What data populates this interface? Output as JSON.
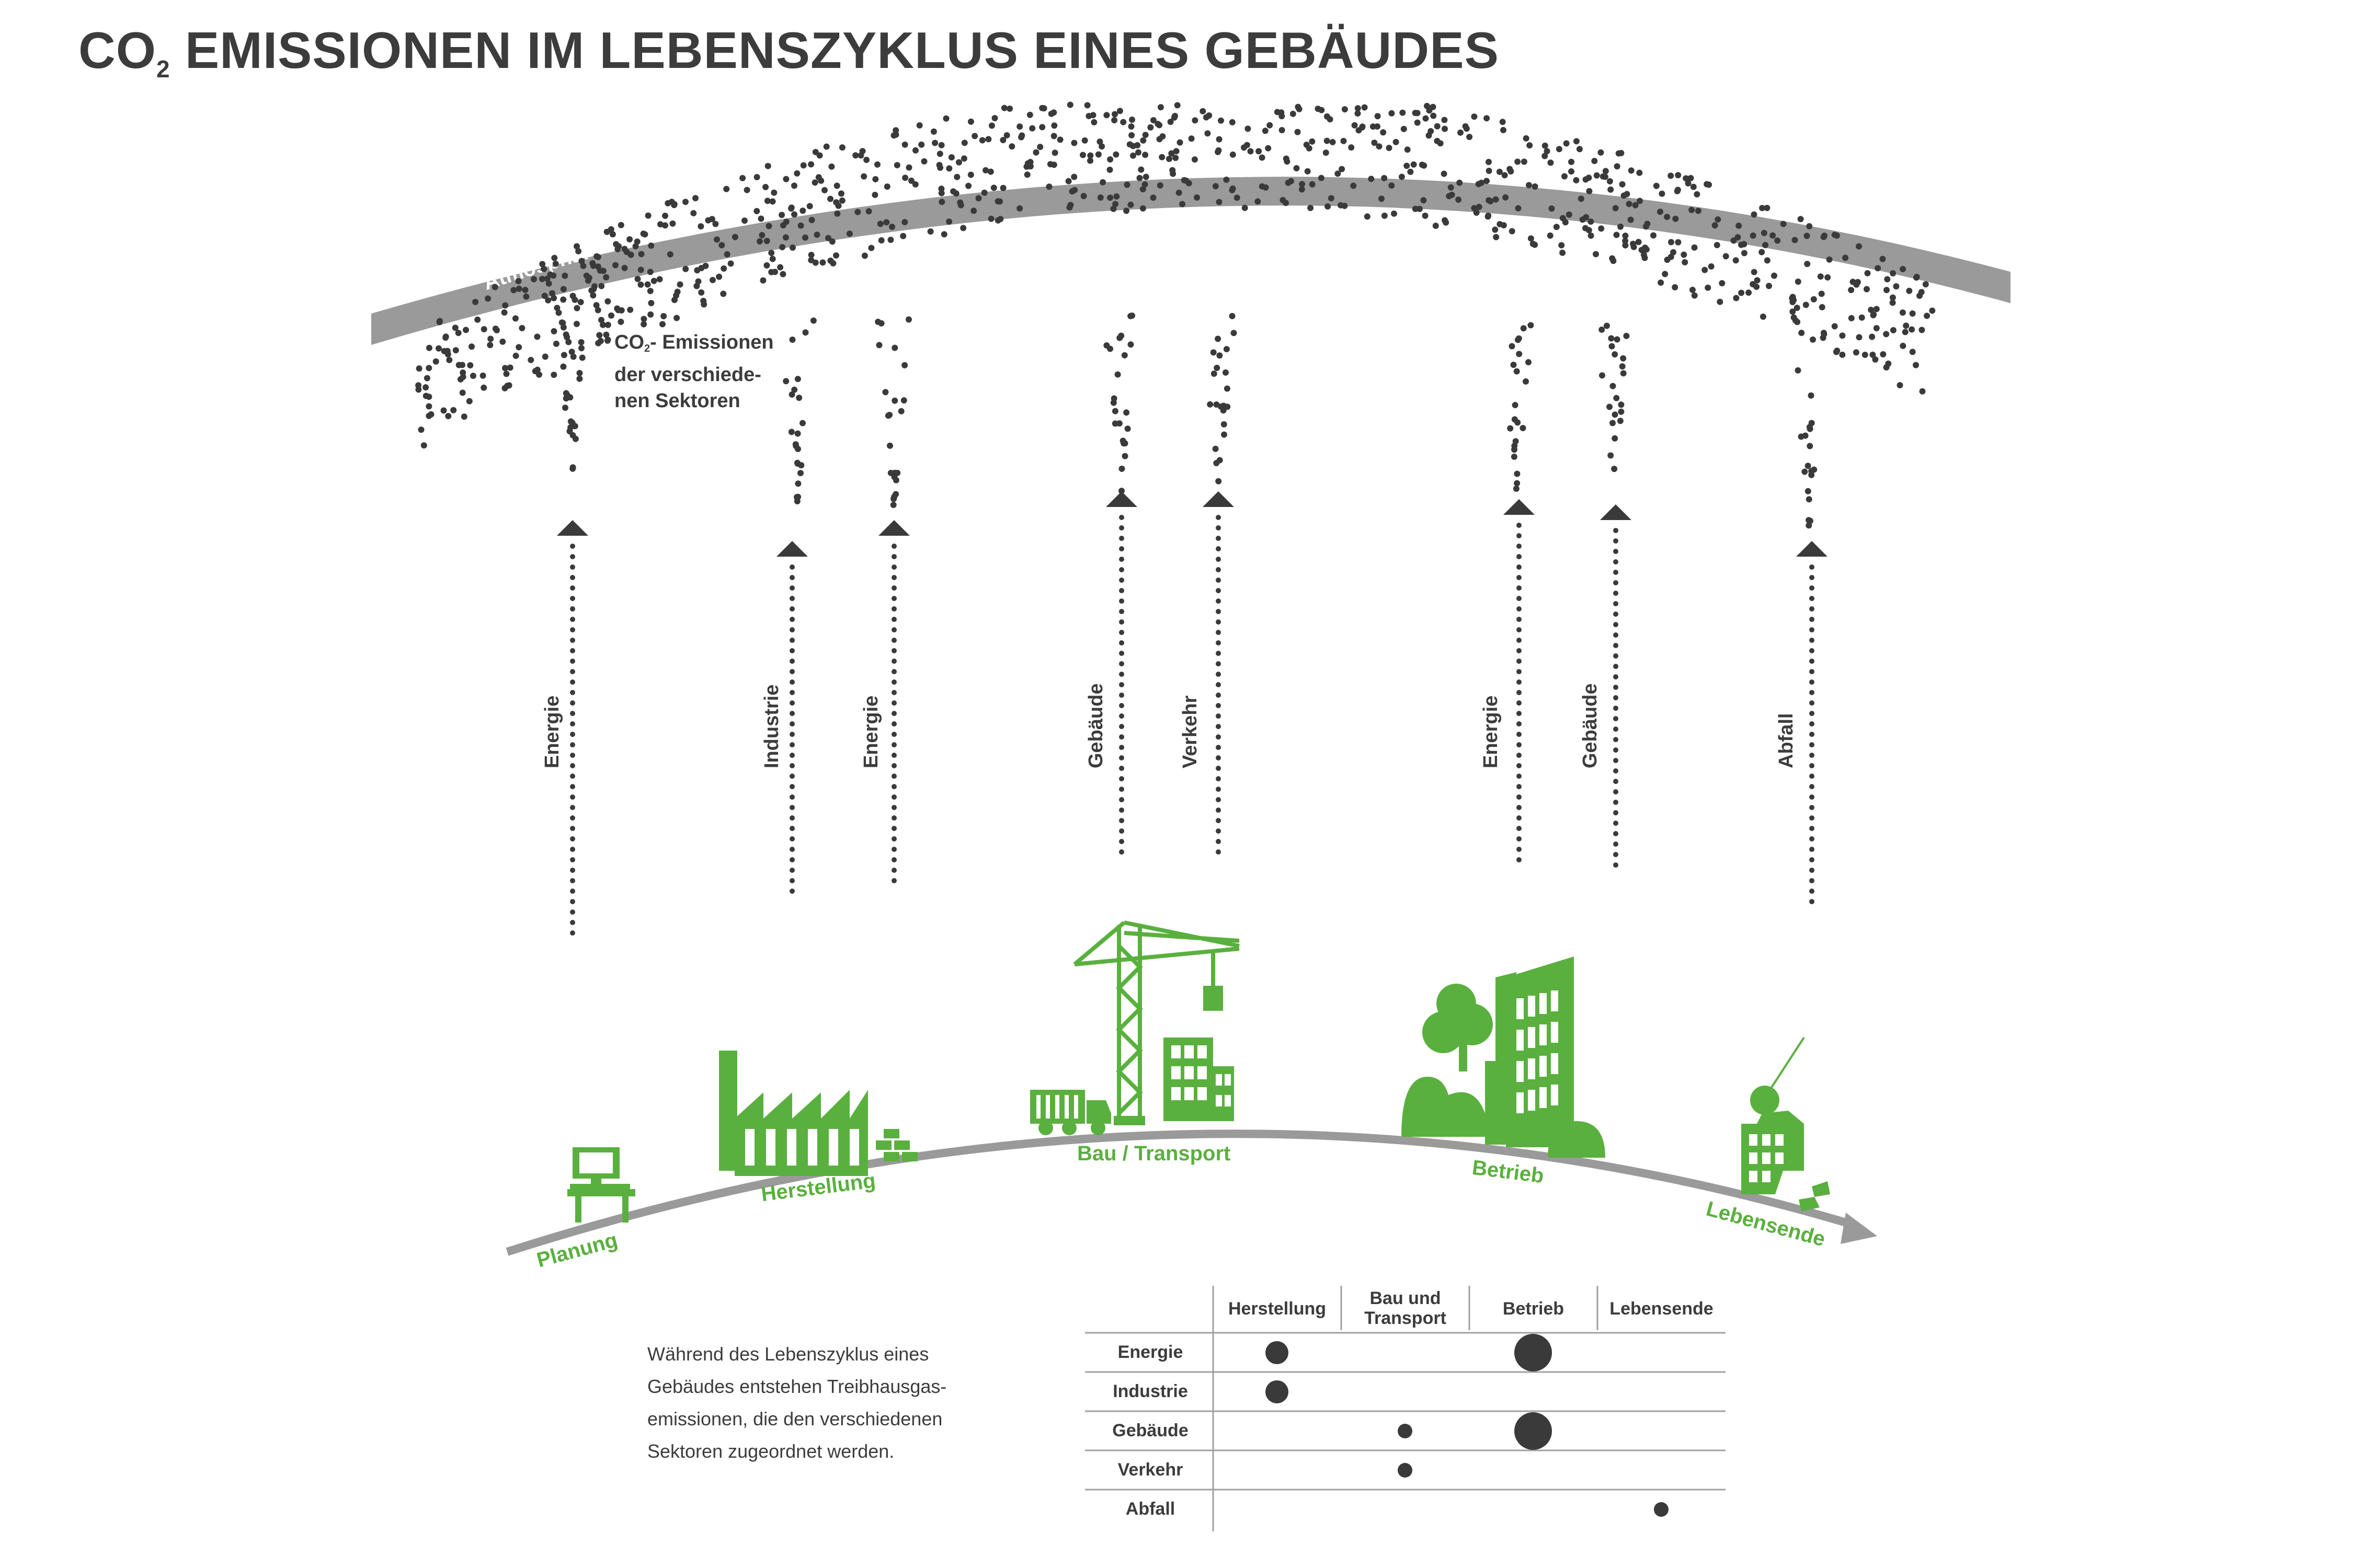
{
  "title": {
    "main": "CO",
    "sub": "2",
    "rest": " EMISSIONEN IM LEBENSZYKLUS EINES GEBÄUDES"
  },
  "atmosphere_label": "Atmosphäre",
  "emissions_label": {
    "line1_a": "CO",
    "line1_sub": "2",
    "line1_b": "- Emissionen",
    "line2": "der verschiede-",
    "line3": "nen Sektoren"
  },
  "sectors": [
    "Energie",
    "Industrie",
    "Energie",
    "Gebäude",
    "Verkehr",
    "Energie",
    "Gebäude",
    "Abfall"
  ],
  "stages": [
    "Planung",
    "Herstellung",
    "Bau / Transport",
    "Betrieb",
    "Lebensende"
  ],
  "description": [
    "Während des Lebenszyklus eines",
    "Gebäudes entstehen Treibhausgas-",
    "emissionen, die den verschiedenen",
    "Sektoren zugeordnet werden."
  ],
  "matrix": {
    "columns": [
      "Herstellung",
      "Bau und Transport",
      "Betrieb",
      "Lebensende"
    ],
    "column_lines": [
      [
        "Herstellung"
      ],
      [
        "Bau und",
        "Transport"
      ],
      [
        "Betrieb"
      ],
      [
        "Lebensende"
      ]
    ],
    "rows": [
      "Energie",
      "Industrie",
      "Gebäude",
      "Verkehr",
      "Abfall"
    ],
    "cells": [
      {
        "row": "Energie",
        "column": "Herstellung",
        "size": "medium"
      },
      {
        "row": "Energie",
        "column": "Betrieb",
        "size": "large"
      },
      {
        "row": "Industrie",
        "column": "Herstellung",
        "size": "medium"
      },
      {
        "row": "Gebäude",
        "column": "Bau und Transport",
        "size": "small"
      },
      {
        "row": "Gebäude",
        "column": "Betrieb",
        "size": "large"
      },
      {
        "row": "Verkehr",
        "column": "Bau und Transport",
        "size": "small"
      },
      {
        "row": "Abfall",
        "column": "Lebensende",
        "size": "small"
      }
    ]
  },
  "colors": {
    "green": "#5ab03e",
    "dark": "#3a3a3a",
    "gray": "#9a9a9a",
    "line": "#a0a0a0"
  }
}
